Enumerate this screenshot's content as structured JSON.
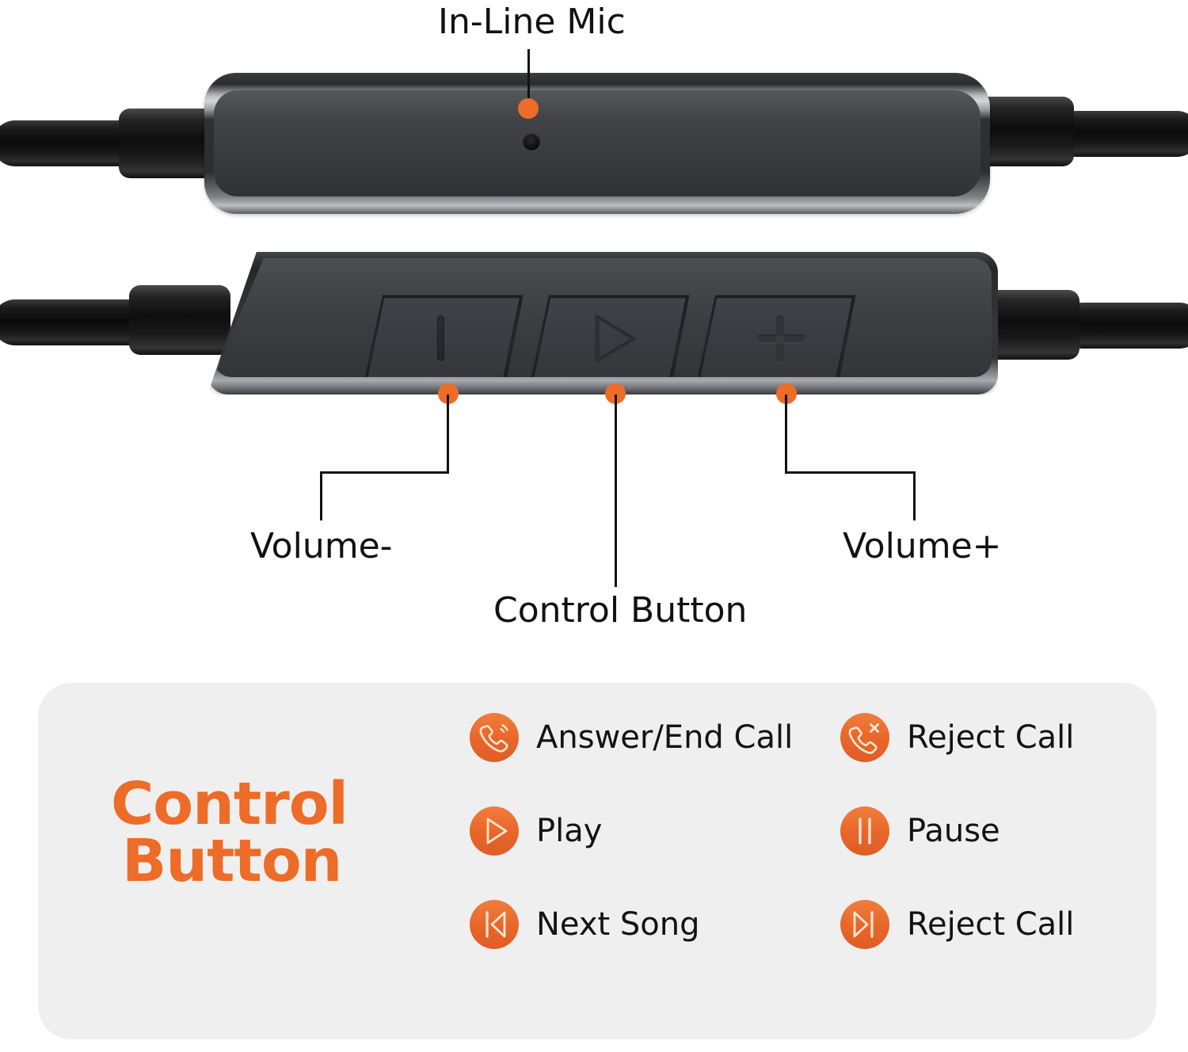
{
  "diagram": {
    "callouts": [
      {
        "id": "in-line-mic",
        "label": "In-Line Mic",
        "icon": "mic-hole-icon"
      },
      {
        "id": "volume-down",
        "label": "Volume-",
        "icon": "minus-button-icon"
      },
      {
        "id": "control-button",
        "label": "Control Button",
        "icon": "play-button-icon"
      },
      {
        "id": "volume-up",
        "label": "Volume+",
        "icon": "plus-button-icon"
      }
    ],
    "remote_top": {
      "part": "in-line-microphone-module"
    },
    "remote_bottom": {
      "part": "three-button-control-module",
      "buttons": [
        {
          "id": "volume-down-key",
          "glyph": "minus-icon"
        },
        {
          "id": "play-key",
          "glyph": "play-triangle-icon"
        },
        {
          "id": "volume-up-key",
          "glyph": "plus-icon"
        }
      ]
    }
  },
  "card": {
    "title_line1": "Control",
    "title_line2": "Button",
    "rows": [
      [
        {
          "icon": "phone-answer-icon",
          "label": "Answer/End Call"
        },
        {
          "icon": "phone-reject-icon",
          "label": "Reject Call"
        }
      ],
      [
        {
          "icon": "play-icon",
          "label": "Play"
        },
        {
          "icon": "pause-icon",
          "label": "Pause"
        }
      ],
      [
        {
          "icon": "previous-track-icon",
          "label": "Next Song"
        },
        {
          "icon": "next-track-icon",
          "label": "Reject Call"
        }
      ]
    ]
  },
  "colors": {
    "accent_orange": "#E9652A",
    "dot_orange": "#ED6C28",
    "title_orange": "#ED6C28",
    "card_background": "#EFEFF0",
    "text_dark": "#131313",
    "module_body": "#3B3C40",
    "module_rim": "#A9ABB0",
    "cable_black": "#0D0D0D"
  }
}
